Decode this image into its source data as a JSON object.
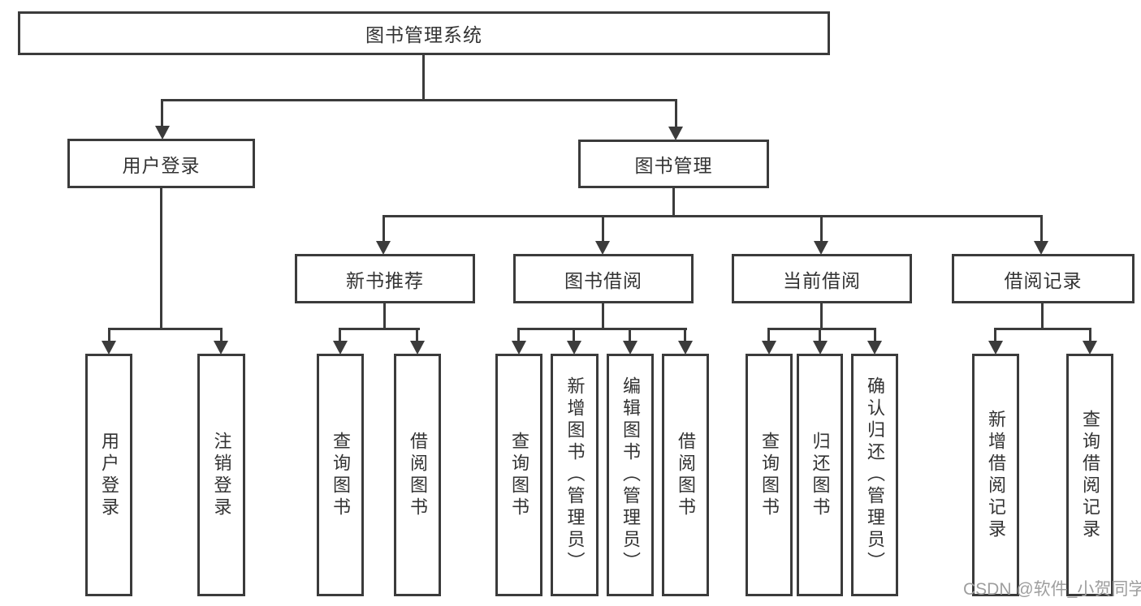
{
  "tree": {
    "root": {
      "label": "图书管理系统"
    },
    "branches": [
      {
        "label": "用户登录",
        "children": [
          {
            "label": "用户登录"
          },
          {
            "label": "注销登录"
          }
        ]
      },
      {
        "label": "图书管理",
        "children": [
          {
            "label": "新书推荐",
            "children": [
              {
                "label": "查询图书"
              },
              {
                "label": "借阅图书"
              }
            ]
          },
          {
            "label": "图书借阅",
            "children": [
              {
                "label": "查询图书"
              },
              {
                "label": "新增图书（管理员）"
              },
              {
                "label": "编辑图书（管理员）"
              },
              {
                "label": "借阅图书"
              }
            ]
          },
          {
            "label": "当前借阅",
            "children": [
              {
                "label": "查询图书"
              },
              {
                "label": "归还图书"
              },
              {
                "label": "确认归还（管理员）"
              }
            ]
          },
          {
            "label": "借阅记录",
            "children": [
              {
                "label": "新增借阅记录"
              },
              {
                "label": "查询借阅记录"
              }
            ]
          }
        ]
      }
    ]
  },
  "watermark": {
    "text": "CSDN @软件_小贺同学"
  },
  "colors": {
    "line": "#3b3b3b",
    "text": "#333333",
    "watermark": "#9e9e9e",
    "background": "#ffffff"
  }
}
